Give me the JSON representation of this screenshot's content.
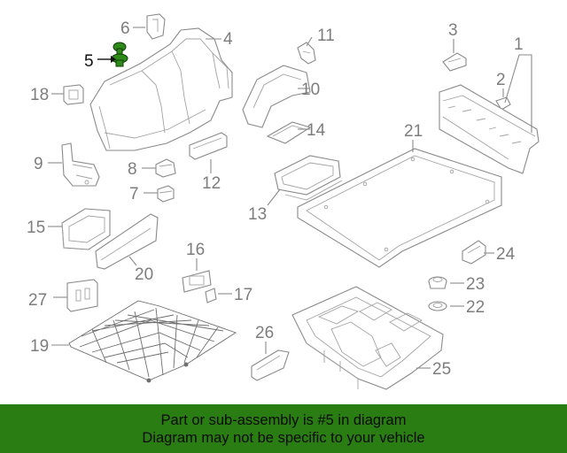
{
  "callouts": {
    "c1": "1",
    "c2": "2",
    "c3": "3",
    "c4": "4",
    "c5": "5",
    "c6": "6",
    "c7": "7",
    "c8": "8",
    "c9": "9",
    "c10": "10",
    "c11": "11",
    "c12": "12",
    "c13": "13",
    "c14": "14",
    "c15": "15",
    "c16": "16",
    "c17": "17",
    "c18": "18",
    "c19": "19",
    "c20": "20",
    "c21": "21",
    "c22": "22",
    "c23": "23",
    "c24": "24",
    "c25": "25",
    "c26": "26",
    "c27": "27"
  },
  "highlighted_part": "5",
  "colors": {
    "highlight_part": "#2e8b1a",
    "banner_bg": "#2a7d12",
    "line_art": "#8a8a8a"
  },
  "banner": {
    "line1": "Part or sub-assembly is #5 in diagram",
    "line2": "Diagram may not be specific to your vehicle"
  }
}
